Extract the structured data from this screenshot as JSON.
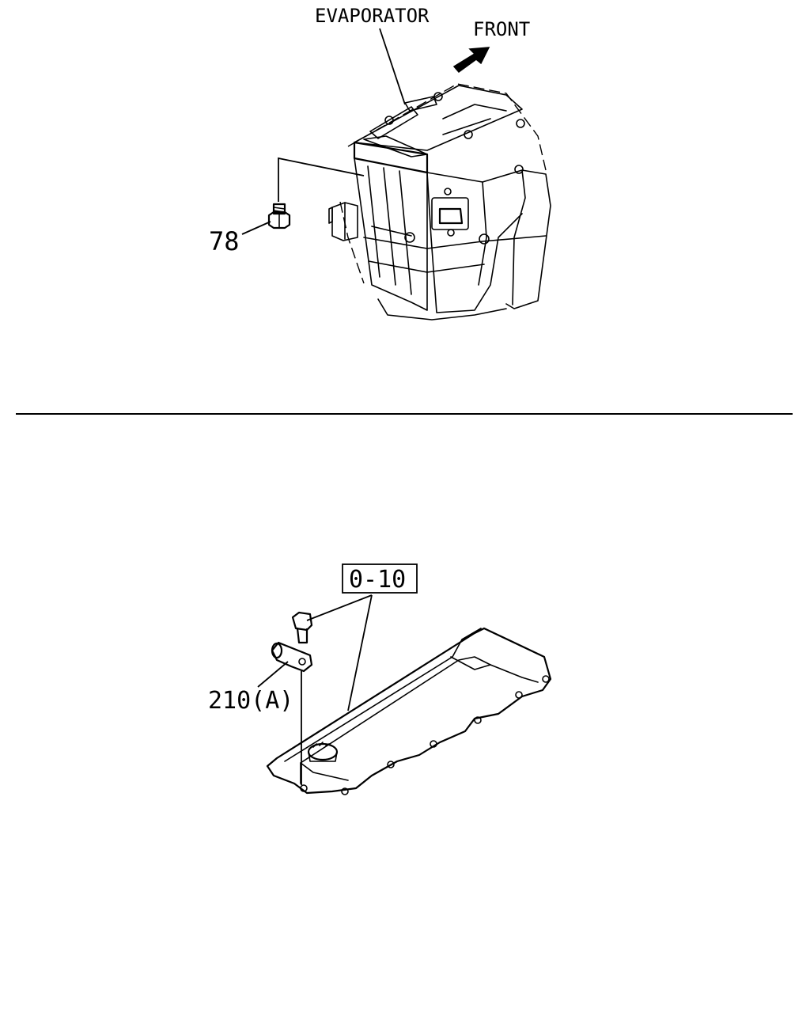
{
  "upper_view": {
    "evaporator_label": "EVAPORATOR",
    "front_label": "FRONT",
    "bolt_callout": "78",
    "direction_icon": "arrow-icon"
  },
  "lower_view": {
    "reference_box": "0-10",
    "clamp_callout": "210(A)"
  },
  "colors": {
    "line": "#000000",
    "background": "#ffffff"
  }
}
